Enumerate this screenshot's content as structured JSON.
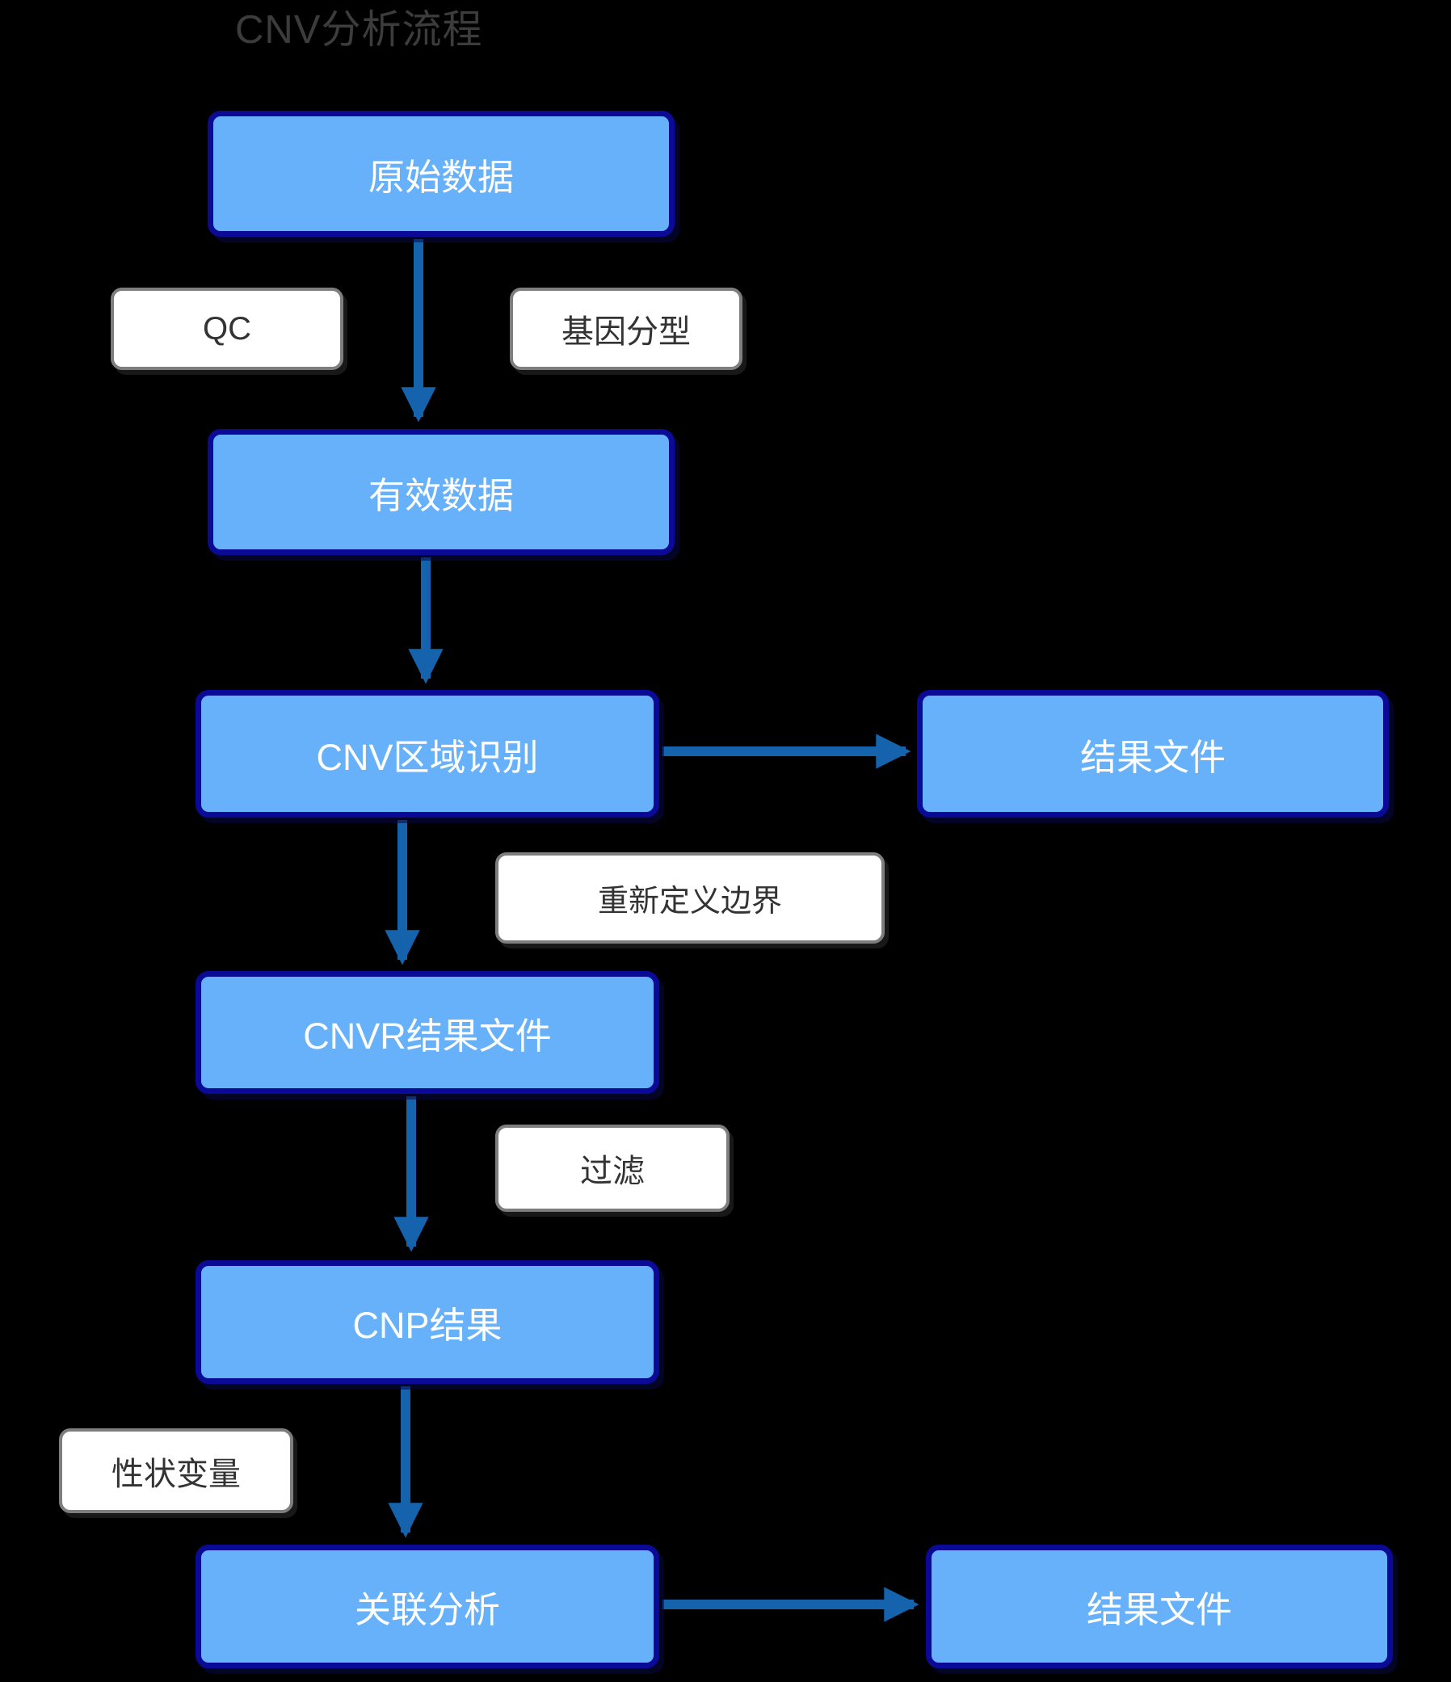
{
  "title": "CNV分析流程",
  "colors": {
    "background": "#000000",
    "node_fill": "#66B1FA",
    "node_border": "#0A0A96",
    "node_text": "#FFFFFF",
    "label_fill": "#FFFFFF",
    "label_border": "#7E7E7E",
    "label_text": "#333333",
    "arrow": "#1463AC",
    "title_text": "#3C3C3C"
  },
  "nodes": [
    {
      "id": "raw-data",
      "label": "原始数据"
    },
    {
      "id": "valid-data",
      "label": "有效数据"
    },
    {
      "id": "cnv-region",
      "label": "CNV区域识别"
    },
    {
      "id": "result-file-1",
      "label": "结果文件"
    },
    {
      "id": "cnvr-result",
      "label": "CNVR结果文件"
    },
    {
      "id": "cnp-result",
      "label": "CNP结果"
    },
    {
      "id": "association",
      "label": "关联分析"
    },
    {
      "id": "result-file-2",
      "label": "结果文件"
    }
  ],
  "edge_labels": [
    {
      "id": "qc",
      "label": "QC"
    },
    {
      "id": "genotyping",
      "label": "基因分型"
    },
    {
      "id": "redefine",
      "label": "重新定义边界"
    },
    {
      "id": "filter",
      "label": "过滤"
    },
    {
      "id": "trait",
      "label": "性状变量"
    }
  ],
  "arrows": [
    {
      "from": "原始数据",
      "to": "有效数据",
      "direction": "down",
      "labels": [
        "QC",
        "基因分型"
      ]
    },
    {
      "from": "有效数据",
      "to": "CNV区域识别",
      "direction": "down",
      "labels": []
    },
    {
      "from": "CNV区域识别",
      "to": "结果文件",
      "direction": "right",
      "labels": []
    },
    {
      "from": "CNV区域识别",
      "to": "CNVR结果文件",
      "direction": "down",
      "labels": [
        "重新定义边界"
      ]
    },
    {
      "from": "CNVR结果文件",
      "to": "CNP结果",
      "direction": "down",
      "labels": [
        "过滤"
      ]
    },
    {
      "from": "CNP结果",
      "to": "关联分析",
      "direction": "down",
      "labels": [
        "性状变量"
      ]
    },
    {
      "from": "关联分析",
      "to": "结果文件",
      "direction": "right",
      "labels": []
    }
  ]
}
